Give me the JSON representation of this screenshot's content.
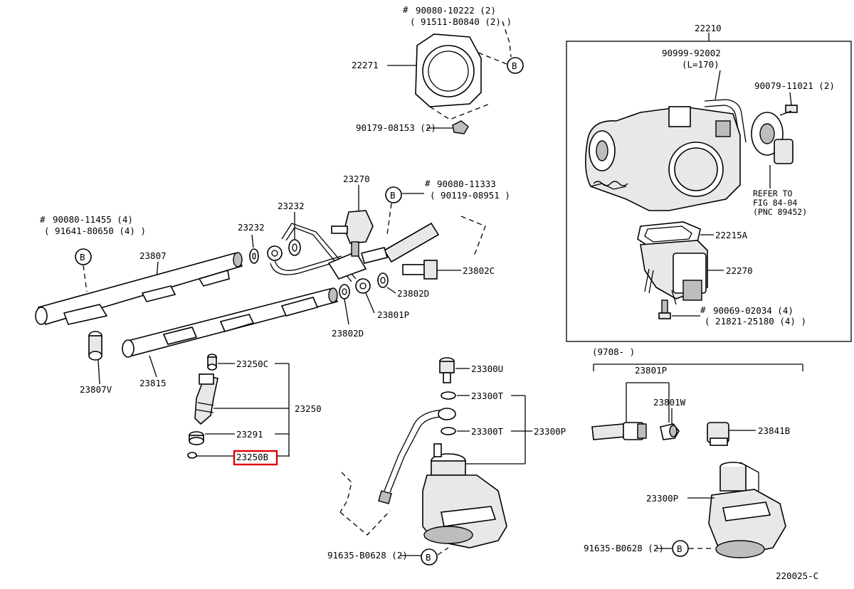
{
  "diagram_id": "220025-C",
  "callouts": {
    "p22271": "22271",
    "p90080_10222": "90080-10222 (2)",
    "p91511": "( 91511-B0840 (2) )",
    "p90179": "90179-08153 (2)",
    "p22210": "22210",
    "p90999": "90999-92002",
    "pL170": "(L=170)",
    "p90079": "90079-11021 (2)",
    "refer1": "REFER TO",
    "refer2": "FIG 84-04",
    "refer3": "(PNC 89452)",
    "p22215A": "22215A",
    "p22270": "22270",
    "p90069": "90069-02034 (4)",
    "p21821": "( 21821-25180 (4) )",
    "p23270": "23270",
    "p90080_11333": "90080-11333",
    "p90119": "( 90119-08951 )",
    "p23232a": "23232",
    "p23232b": "23232",
    "p90080_11455": "90080-11455 (4)",
    "p91641": "( 91641-80650 (4) )",
    "p23807": "23807",
    "p23802C": "23802C",
    "p23802D_a": "23802D",
    "p23802D_b": "23802D",
    "p23801P_a": "23801P",
    "p23807V": "23807V",
    "p23815": "23815",
    "p23250C": "23250C",
    "p23250": "23250",
    "p23291": "23291",
    "p23250B": "23250B",
    "p23300U": "23300U",
    "p23300T_a": "23300T",
    "p23300T_b": "23300T",
    "p23300P_a": "23300P",
    "p91635_a": "91635-B0628 (2)",
    "p9708": "(9708-      )",
    "p23801P_b": "23801P",
    "p23801W": "23801W",
    "p23841B": "23841B",
    "p23300P_b": "23300P",
    "p91635_b": "91635-B0628 (2)"
  },
  "markers": {
    "b_letter": "B",
    "hash": "#"
  },
  "highlight": {
    "part": "23250B",
    "color": "#e00000"
  }
}
